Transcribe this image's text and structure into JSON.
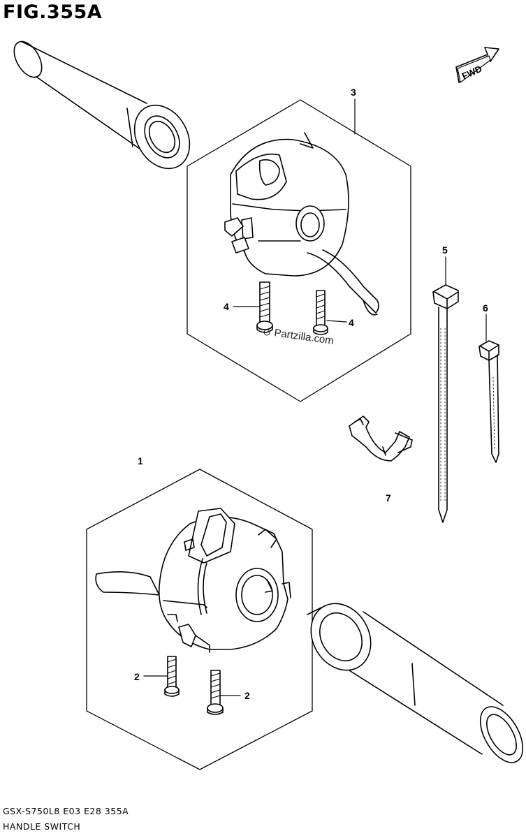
{
  "figure": {
    "title": "FIG.355A",
    "fwd_label": "FWD",
    "watermark": "Partzilla.com",
    "footer_code": "GSX-S750L8 E03 E28 355A",
    "footer_name": "HANDLE SWITCH"
  },
  "callouts": {
    "c1": "1",
    "c2a": "2",
    "c2b": "2",
    "c3": "3",
    "c4a": "4",
    "c4b": "4",
    "c5": "5",
    "c6": "6",
    "c7": "7"
  }
}
